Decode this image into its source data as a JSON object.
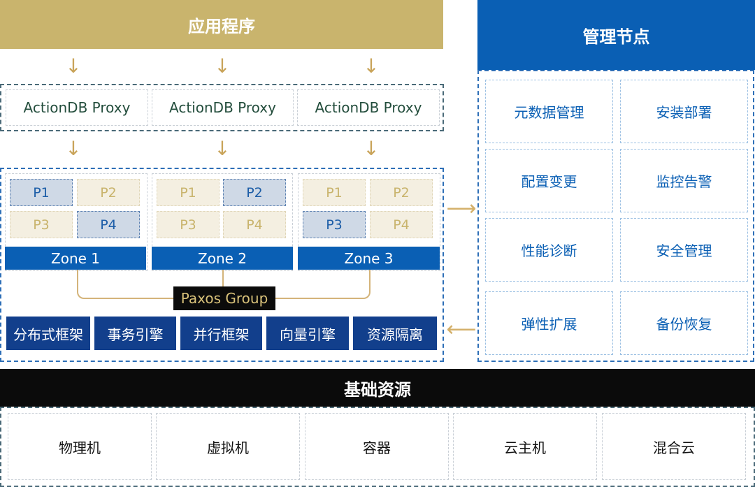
{
  "app_title": "应用程序",
  "mgmt_title": "管理节点",
  "base_title": "基础资源",
  "proxies": [
    "ActionDB Proxy",
    "ActionDB Proxy",
    "ActionDB Proxy"
  ],
  "zones": [
    {
      "label": "Zone 1",
      "partitions": [
        "P1",
        "P2",
        "P3",
        "P4"
      ],
      "primary": [
        true,
        false,
        false,
        true
      ]
    },
    {
      "label": "Zone 2",
      "partitions": [
        "P1",
        "P2",
        "P3",
        "P4"
      ],
      "primary": [
        false,
        true,
        false,
        false
      ]
    },
    {
      "label": "Zone 3",
      "partitions": [
        "P1",
        "P2",
        "P3",
        "P4"
      ],
      "primary": [
        false,
        false,
        true,
        false
      ]
    }
  ],
  "paxos_label": "Paxos Group",
  "features": [
    "分布式框架",
    "事务引擎",
    "并行框架",
    "向量引擎",
    "资源隔离"
  ],
  "mgmt_items": [
    "元数据管理",
    "安装部署",
    "配置变更",
    "监控告警",
    "性能诊断",
    "安全管理",
    "弹性扩展",
    "备份恢复"
  ],
  "resources": [
    "物理机",
    "虚拟机",
    "容器",
    "云主机",
    "混合云"
  ],
  "icons": {
    "down_arrow": "arrow-down-icon",
    "right_arrow": "arrow-right-icon",
    "left_arrow": "arrow-left-icon"
  },
  "colors": {
    "gold": "#c9b46d",
    "blue": "#0a5fb4",
    "navy": "#123f8c",
    "black": "#0b0b0b"
  }
}
